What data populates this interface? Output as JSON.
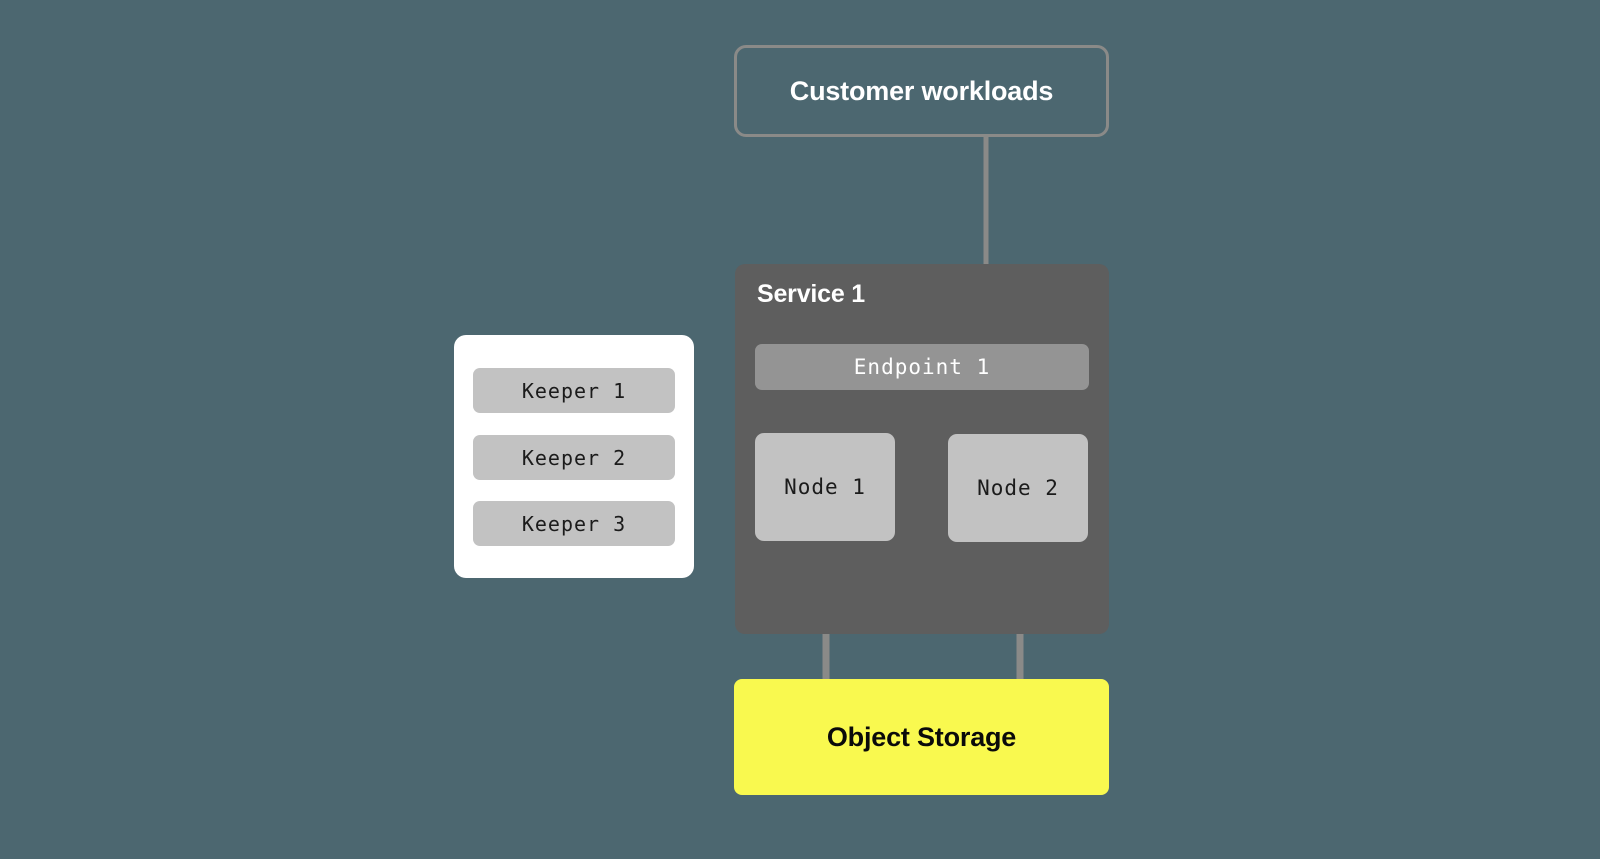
{
  "diagram": {
    "background_color": "#4c6770",
    "customer": {
      "label": "Customer workloads",
      "border_color": "#8a8a88"
    },
    "service": {
      "title": "Service 1",
      "fill_color": "#5e5e5e",
      "endpoint": {
        "label": "Endpoint 1",
        "fill_color": "#949494"
      },
      "nodes": [
        {
          "label": "Node 1"
        },
        {
          "label": "Node 2"
        }
      ],
      "node_fill_color": "#c2c2c2"
    },
    "storage": {
      "label": "Object Storage",
      "fill_color": "#f9f94f",
      "text_color": "#0a0a0a"
    },
    "keepers": {
      "panel_color": "#ffffff",
      "item_fill_color": "#c2c2c2",
      "items": [
        {
          "label": "Keeper 1"
        },
        {
          "label": "Keeper 2"
        },
        {
          "label": "Keeper 3"
        }
      ]
    },
    "connector_color": "#8a8a88"
  }
}
